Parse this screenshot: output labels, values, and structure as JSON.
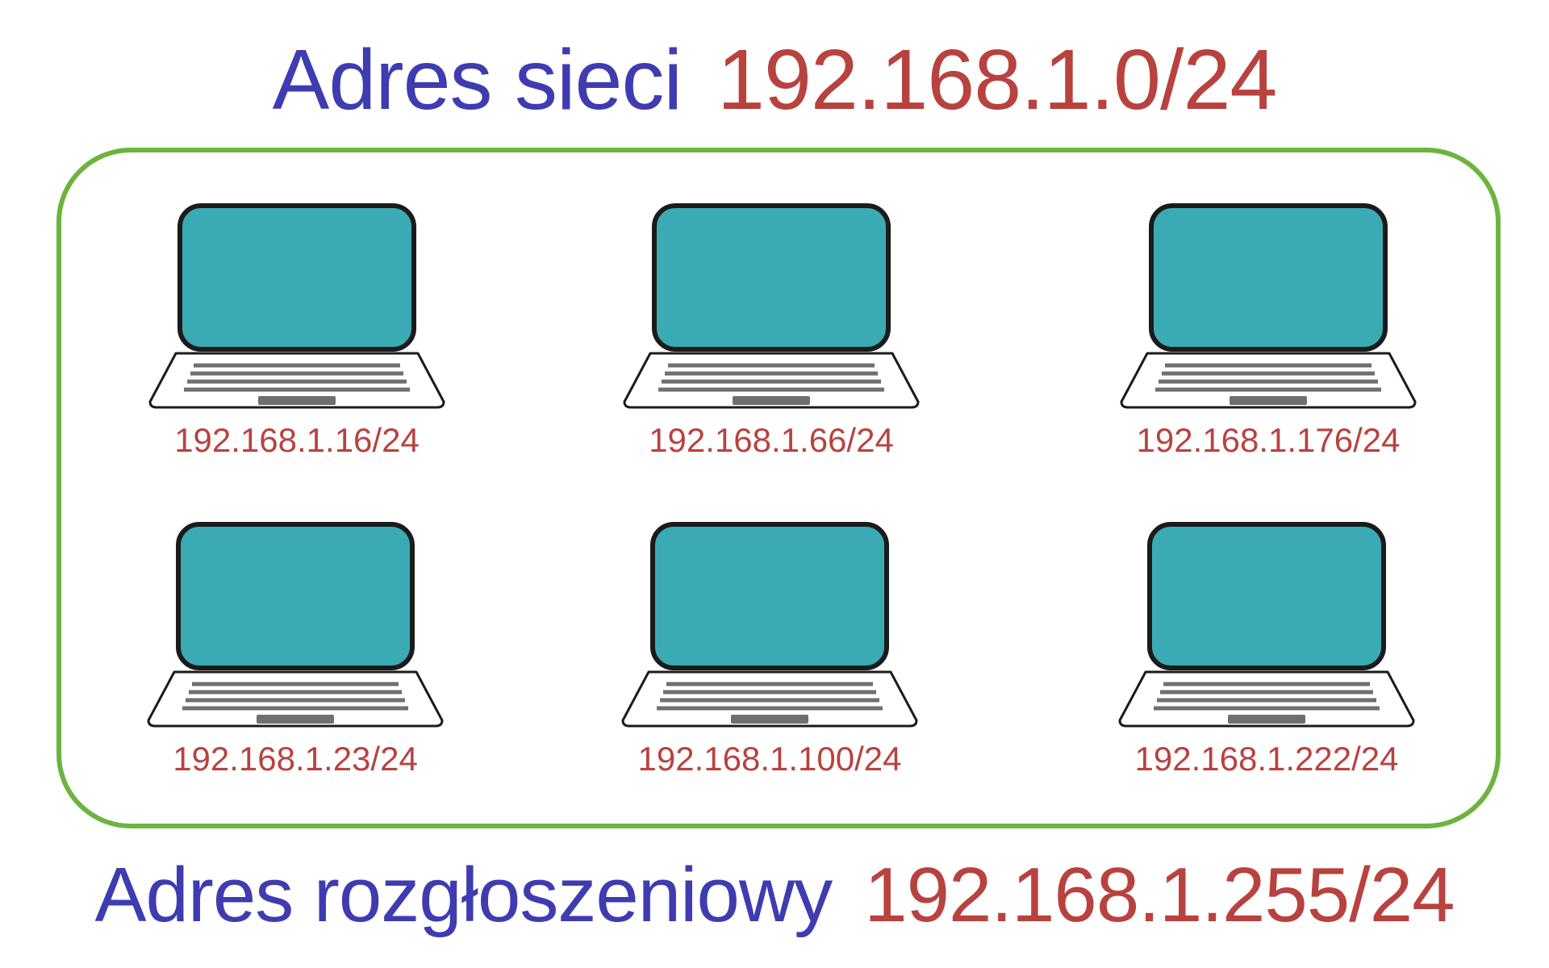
{
  "network_address": {
    "label": "Adres sieci",
    "value": "192.168.1.0/24"
  },
  "broadcast_address": {
    "label": "Adres rozgłoszeniowy",
    "value": "192.168.1.255/24"
  },
  "colors": {
    "label_text": "#3e3cb0",
    "address_text": "#b8423e",
    "network_border": "#6cb43f",
    "laptop_screen": "#3aabb5",
    "laptop_outline": "#1b1b1b",
    "keyboard_keys": "#6f6f6f"
  },
  "hosts": [
    {
      "icon": "laptop-icon",
      "ip": "192.168.1.16/24"
    },
    {
      "icon": "laptop-icon",
      "ip": "192.168.1.66/24"
    },
    {
      "icon": "laptop-icon",
      "ip": "192.168.1.176/24"
    },
    {
      "icon": "laptop-icon",
      "ip": "192.168.1.23/24"
    },
    {
      "icon": "laptop-icon",
      "ip": "192.168.1.100/24"
    },
    {
      "icon": "laptop-icon",
      "ip": "192.168.1.222/24"
    }
  ]
}
